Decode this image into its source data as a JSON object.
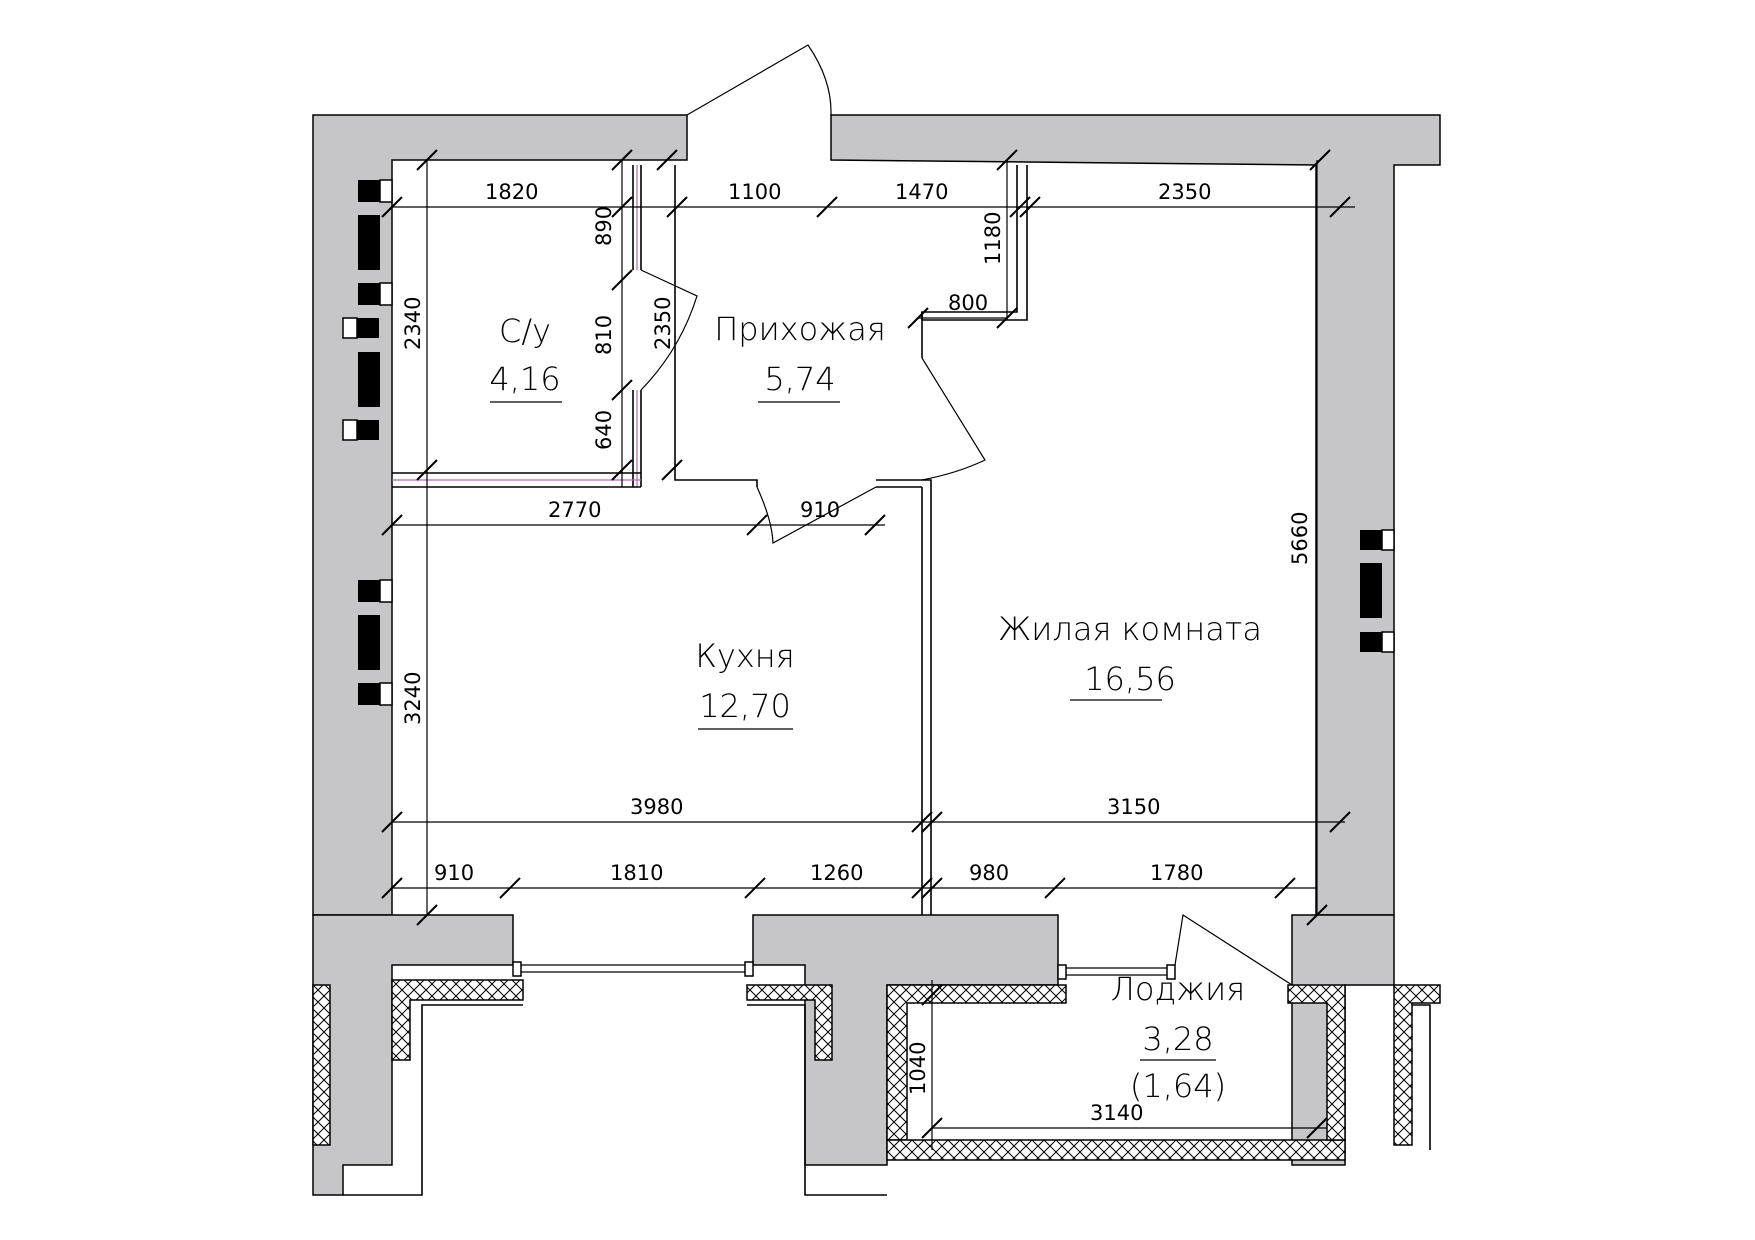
{
  "rooms": [
    {
      "name": "С/у",
      "area": "4,16"
    },
    {
      "name": "Прихожая",
      "area": "5,74"
    },
    {
      "name": "Кухня",
      "area": "12,70"
    },
    {
      "name": "Жилая комната",
      "area": "16,56"
    },
    {
      "name": "Лоджия",
      "area": "3,28",
      "area_reduced": "(1,64)"
    }
  ],
  "dimensions": {
    "top_bath_width": "1820",
    "top_door_a": "1100",
    "top_door_b": "1470",
    "top_living_width": "2350",
    "bath_height": "2340",
    "bath_wall_upper": "890",
    "bath_door": "810",
    "bath_wall_lower": "640",
    "hall_depth": "2350",
    "closet_depth": "1180",
    "closet_width": "800",
    "kitchen_upper_width": "2770",
    "kitchen_door": "910",
    "kitchen_height": "3240",
    "living_height": "5660",
    "kitchen_width": "3980",
    "living_width": "3150",
    "bottom_a": "910",
    "bottom_b": "1810",
    "bottom_c": "1260",
    "bottom_d": "980",
    "bottom_e": "1780",
    "loggia_depth": "1040",
    "loggia_width": "3140"
  }
}
